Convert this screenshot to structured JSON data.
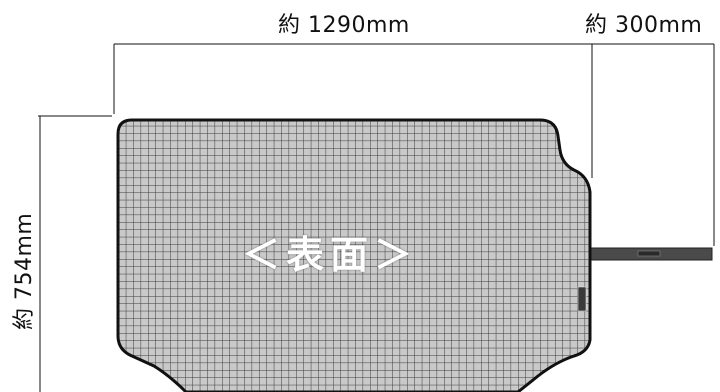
{
  "dimensions": {
    "width_label": "約 1290mm",
    "side_label": "約 300mm",
    "height_label": "約 754mm"
  },
  "mat": {
    "face_label": "＜表面＞",
    "pattern": "grid",
    "fill_color": "#c9c9c9",
    "grid_color": "#3b3b3b",
    "border_color": "#111111",
    "strap_color": "#4a4a4a"
  }
}
